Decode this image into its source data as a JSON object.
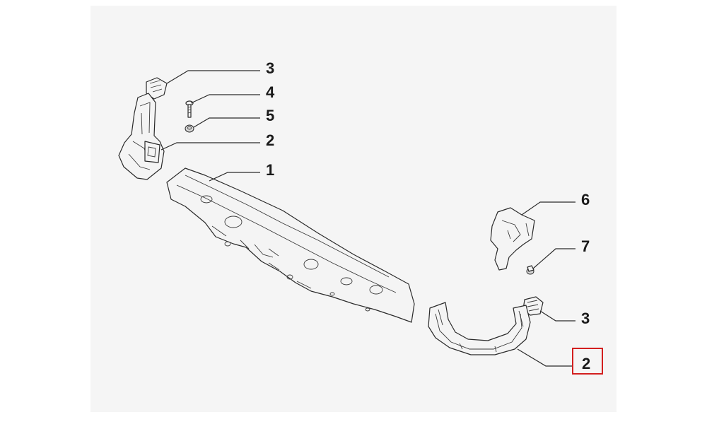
{
  "diagram": {
    "callouts": [
      {
        "id": "c-3-top",
        "number": "3"
      },
      {
        "id": "c-4",
        "number": "4"
      },
      {
        "id": "c-5",
        "number": "5"
      },
      {
        "id": "c-2-left",
        "number": "2"
      },
      {
        "id": "c-1",
        "number": "1"
      },
      {
        "id": "c-6",
        "number": "6"
      },
      {
        "id": "c-7",
        "number": "7"
      },
      {
        "id": "c-3-right",
        "number": "3"
      },
      {
        "id": "c-2-right",
        "number": "2"
      }
    ],
    "highlight_color": "#d31f1f",
    "highlighted_callout": "2"
  }
}
